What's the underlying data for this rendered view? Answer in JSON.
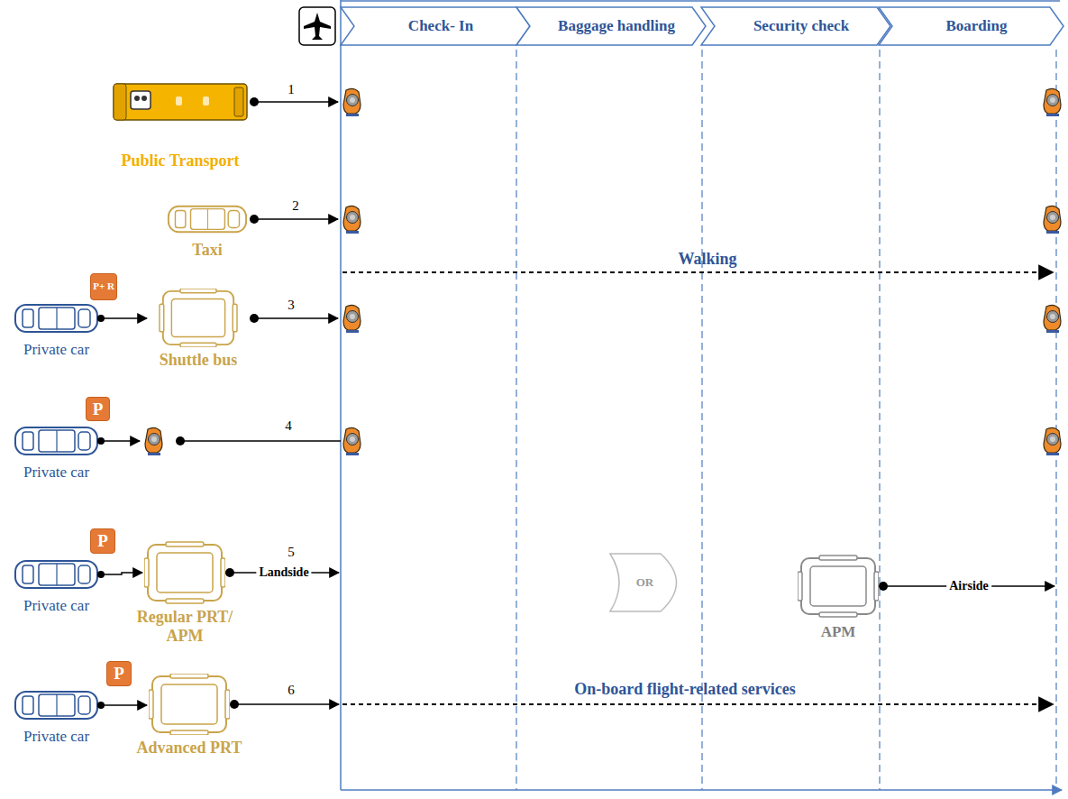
{
  "diagram": {
    "nodes": [
      {
        "text": [
          "Check- In"
        ]
      },
      {
        "text": [
          "Baggage handling"
        ]
      },
      {
        "text": [
          "Security check"
        ]
      },
      {
        "text": [
          "Boarding"
        ]
      },
      {
        "text": [
          "Public Transport"
        ]
      },
      {
        "text": [
          "Taxi"
        ]
      },
      {
        "text": [
          "P+ R"
        ]
      },
      {
        "text": [
          "Private car"
        ]
      },
      {
        "text": [
          "Shuttle bus"
        ]
      },
      {
        "text": [
          "P"
        ]
      },
      {
        "text": [
          "Private car"
        ]
      },
      {
        "text": [
          "P"
        ]
      },
      {
        "text": [
          "Private car"
        ]
      },
      {
        "text": [
          "Regular PRT/ APM"
        ]
      },
      {
        "text": [
          "OR"
        ]
      },
      {
        "text": [
          "APM"
        ]
      },
      {
        "text": [
          "P"
        ]
      },
      {
        "text": [
          "Private car"
        ]
      },
      {
        "text": [
          "Advanced PRT"
        ]
      }
    ],
    "edges": [
      {
        "from": 7,
        "to": 8,
        "arrow": "to"
      },
      {
        "from": 12,
        "to": 13,
        "arrow": "to"
      },
      {
        "from": 17,
        "to": 18,
        "arrow": "to"
      }
    ],
    "labels": [
      "1",
      "2",
      "Walking",
      "3",
      "4",
      "5",
      "Landside",
      "Airside",
      "6",
      "On-board flight-related services"
    ]
  }
}
